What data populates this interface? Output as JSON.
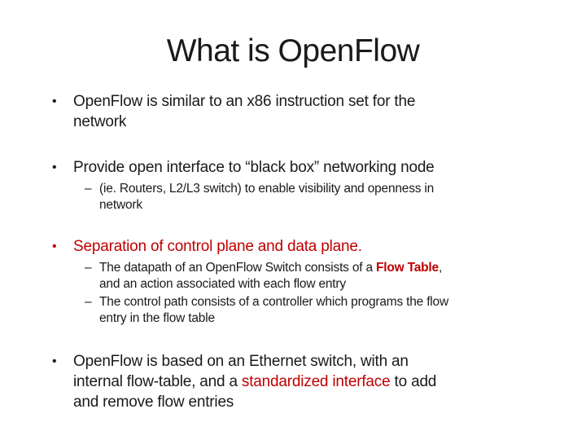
{
  "slide": {
    "title": "What is OpenFlow",
    "colors": {
      "text": "#1a1a1a",
      "red": "#c00000"
    },
    "markers": {
      "bullet": "•",
      "dash": "–"
    },
    "bullets": {
      "b1": {
        "line1": "OpenFlow is similar to an x86 instruction set for the",
        "line2": "network"
      },
      "b2": {
        "line1": "Provide open interface to “black box” networking node",
        "sub1": {
          "line1": "(ie. Routers, L2/L3 switch) to enable visibility and openness in",
          "line2": "network"
        }
      },
      "b3": {
        "line1": "Separation of control plane and data plane.",
        "sub1": {
          "line1_pre": "The datapath of an OpenFlow Switch consists of a ",
          "line1_red": "Flow Table",
          "line1_post": ",",
          "line2": "and an action associated with each flow entry"
        },
        "sub2": {
          "line1": "The control path consists of a controller which programs the flow",
          "line2": "entry in the flow table"
        }
      },
      "b4": {
        "line1": "OpenFlow is based on an Ethernet switch, with an",
        "line2_pre": "internal flow-table, and a ",
        "line2_red": "standardized interface",
        "line2_post": " to add",
        "line3": "and remove flow entries"
      }
    }
  }
}
